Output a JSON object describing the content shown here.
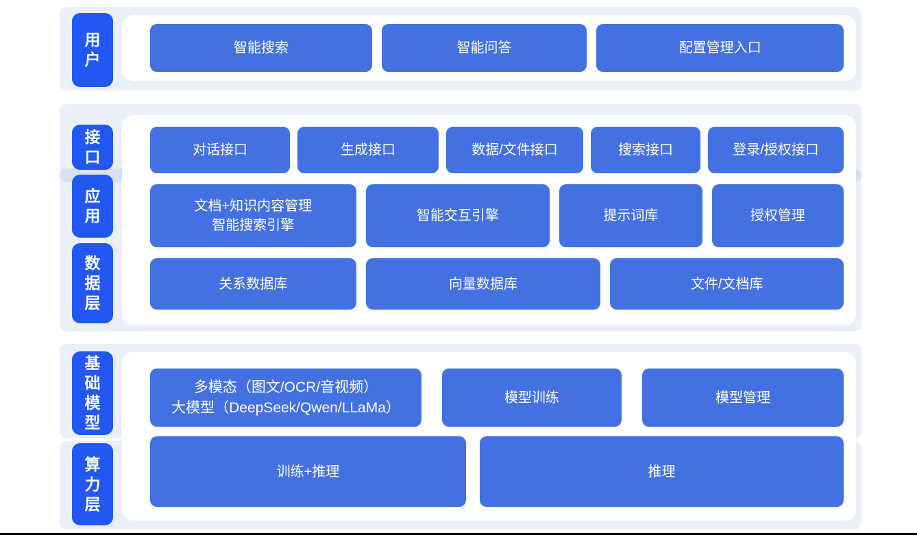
{
  "colors": {
    "layer_label_bg": "#2257F2",
    "block_bg": "#4471E2",
    "band_bg": "#EAEFF8",
    "panel_bg": "#FFFFFF",
    "text": "#FFFFFF",
    "bottom_border": "#101010"
  },
  "layers": {
    "user": {
      "label": "用户",
      "buttons": {
        "smart_search": "智能搜索",
        "smart_qa": "智能问答",
        "config_entry": "配置管理入口"
      }
    },
    "api": {
      "label": "接口",
      "buttons": {
        "dialog": "对话接口",
        "generation": "生成接口",
        "data_file": "数据/文件接口",
        "search": "搜索接口",
        "login_auth": "登录/授权接口"
      }
    },
    "app": {
      "label": "应用",
      "buttons": {
        "doc_knowledge_line1": "文档+知识内容管理",
        "doc_knowledge_line2": "智能搜索引擎",
        "interaction_engine": "智能交互引擎",
        "prompt_library": "提示词库",
        "auth_management": "授权管理"
      }
    },
    "data": {
      "label": "数据层",
      "buttons": {
        "relational_db": "关系数据库",
        "vector_db": "向量数据库",
        "file_doc_store": "文件/文档库"
      }
    },
    "model": {
      "label": "基础模型",
      "buttons": {
        "multimodal_line1": "多模态（图文/OCR/音视频）",
        "multimodal_line2": "大模型（DeepSeek/Qwen/LLaMa）",
        "model_training": "模型训练",
        "model_management": "模型管理"
      }
    },
    "compute": {
      "label": "算力层",
      "buttons": {
        "train_infer": "训练+推理",
        "inference": "推理"
      }
    }
  }
}
